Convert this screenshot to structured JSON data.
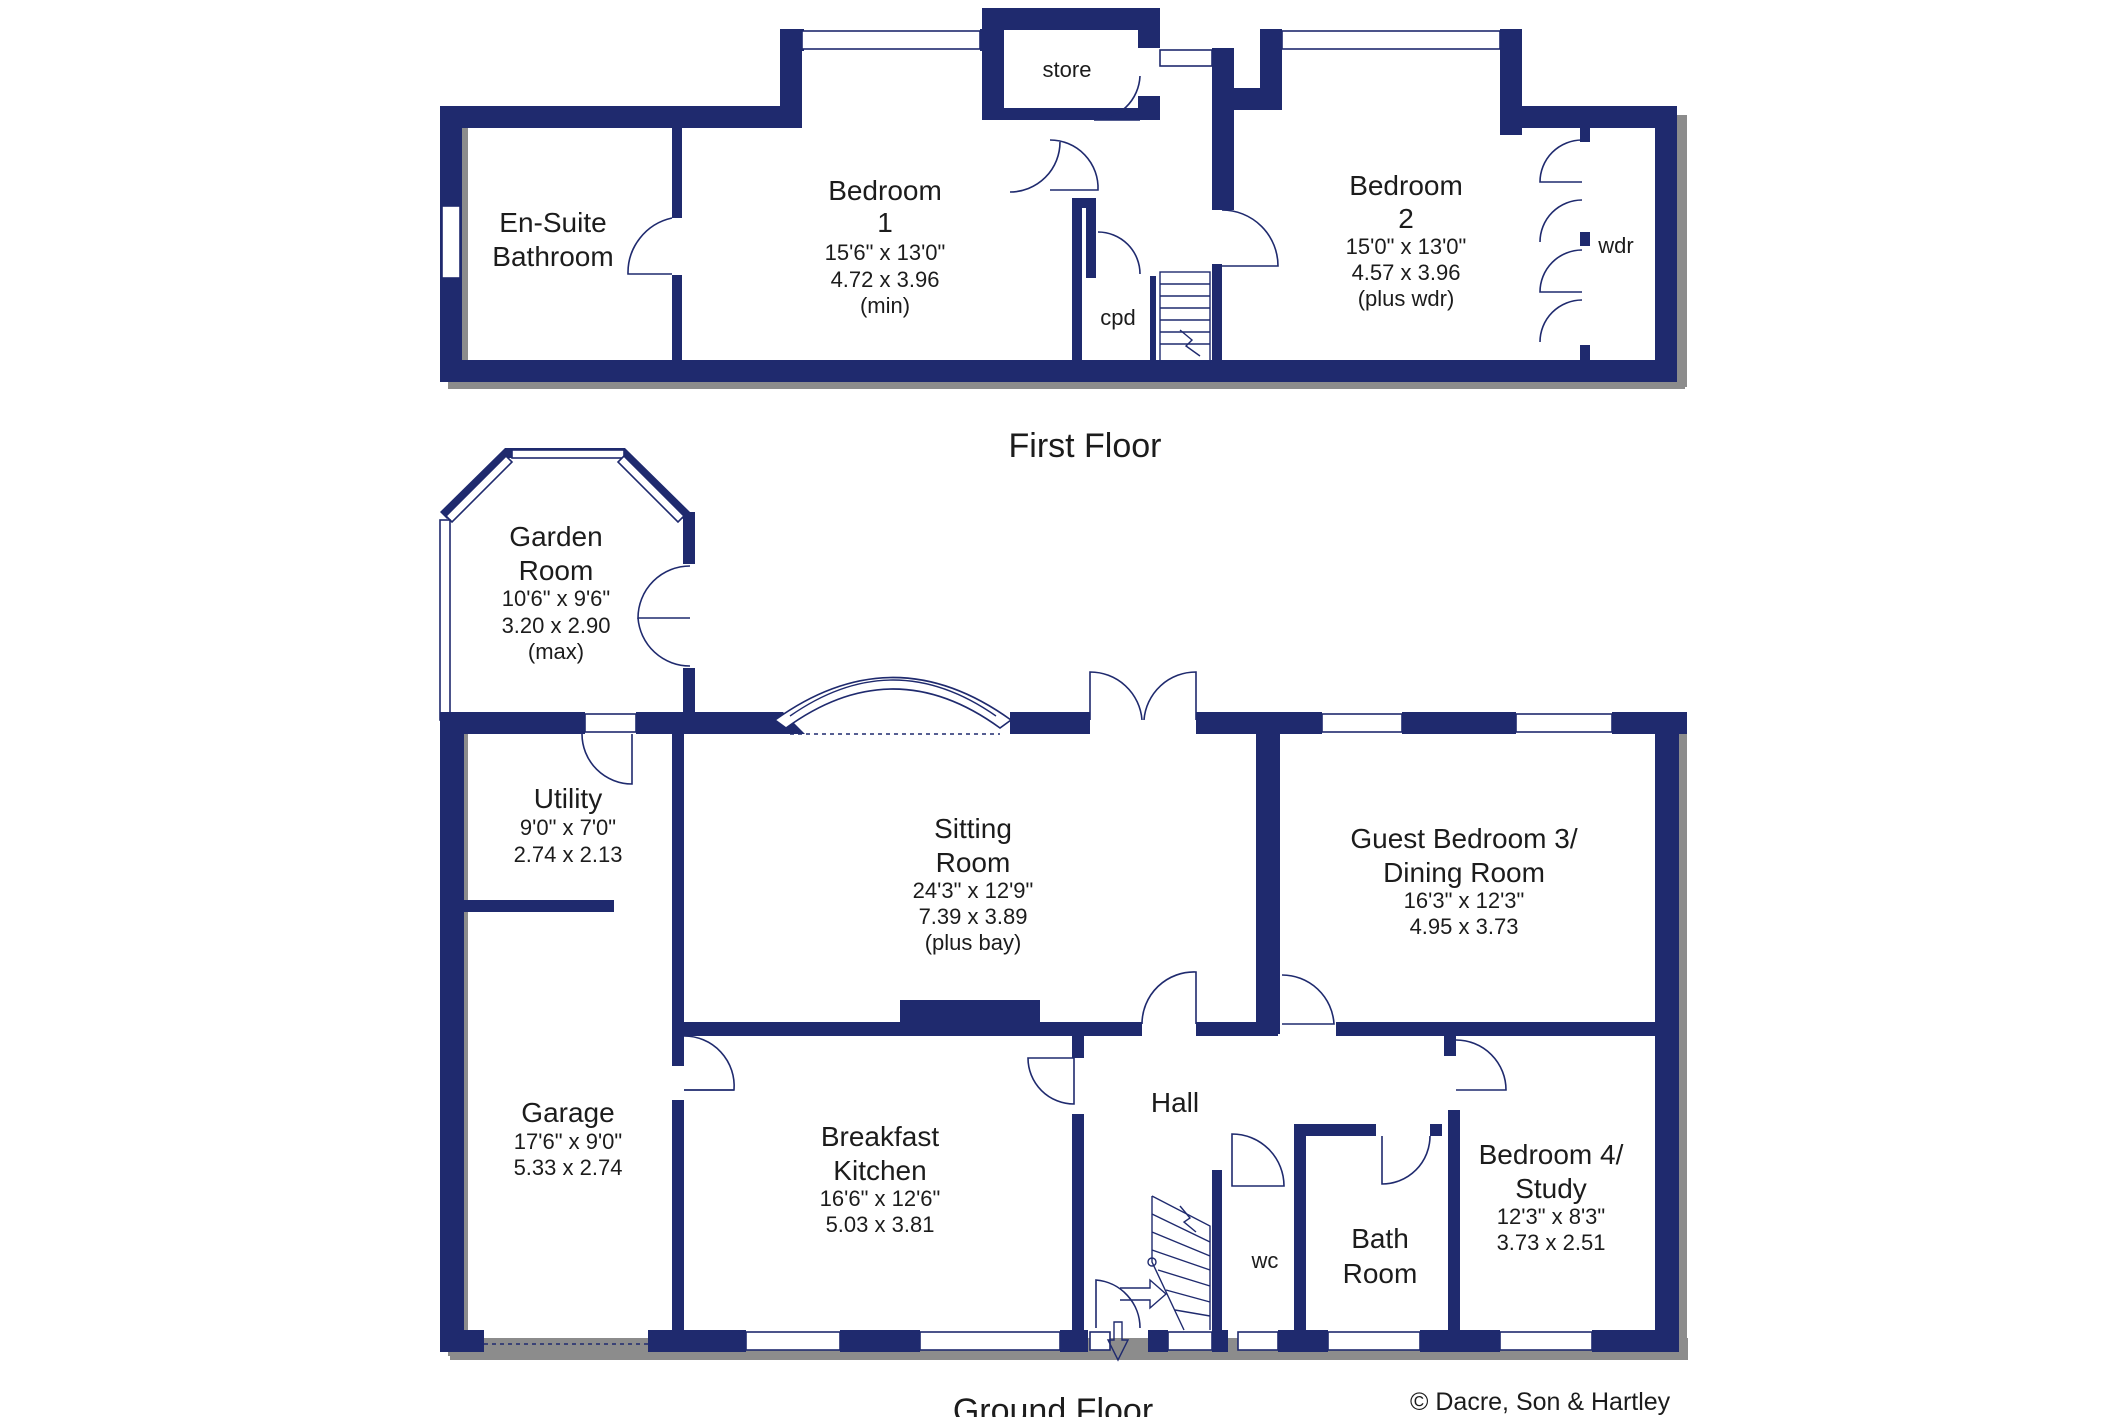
{
  "floors": {
    "first_floor": "First Floor",
    "ground_floor": "Ground Floor"
  },
  "copyright": "© Dacre, Son & Hartley",
  "rooms": {
    "en_suite": {
      "line1": "En-Suite",
      "line2": "Bathroom"
    },
    "bedroom1": {
      "line1": "Bedroom",
      "line2": "1",
      "imperial": "15'6\" x 13'0\"",
      "metric": "4.72 x 3.96",
      "note": "(min)"
    },
    "store": {
      "name": "store"
    },
    "cpd": {
      "name": "cpd"
    },
    "bedroom2": {
      "line1": "Bedroom",
      "line2": "2",
      "imperial": "15'0\" x 13'0\"",
      "metric": "4.57 x 3.96",
      "note": "(plus wdr)"
    },
    "wdr": {
      "name": "wdr"
    },
    "garden_room": {
      "line1": "Garden",
      "line2": "Room",
      "imperial": "10'6\" x 9'6\"",
      "metric": "3.20 x 2.90",
      "note": "(max)"
    },
    "utility": {
      "line1": "Utility",
      "imperial": "9'0\" x 7'0\"",
      "metric": "2.74 x 2.13"
    },
    "sitting_room": {
      "line1": "Sitting",
      "line2": "Room",
      "imperial": "24'3\" x 12'9\"",
      "metric": "7.39 x 3.89",
      "note": "(plus bay)"
    },
    "guest_bedroom": {
      "line1": "Guest Bedroom 3/",
      "line2": "Dining Room",
      "imperial": "16'3\" x 12'3\"",
      "metric": "4.95 x 3.73"
    },
    "garage": {
      "line1": "Garage",
      "imperial": "17'6\" x 9'0\"",
      "metric": "5.33 x 2.74"
    },
    "breakfast_kitchen": {
      "line1": "Breakfast",
      "line2": "Kitchen",
      "imperial": "16'6\" x 12'6\"",
      "metric": "5.03 x 3.81"
    },
    "hall": {
      "name": "Hall"
    },
    "wc": {
      "name": "wc"
    },
    "bath_room": {
      "line1": "Bath",
      "line2": "Room"
    },
    "bedroom4": {
      "line1": "Bedroom 4/",
      "line2": "Study",
      "imperial": "12'3\" x 8'3\"",
      "metric": "3.73 x 2.51"
    }
  },
  "colors": {
    "wall": "#1f2a6e",
    "background": "#ffffff"
  }
}
